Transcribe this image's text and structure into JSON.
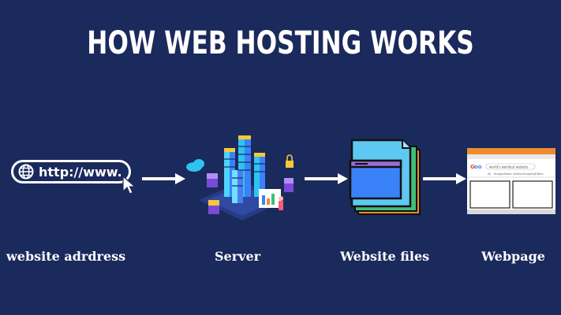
{
  "title": "HOW WEB HOSTING WORKS",
  "url_bar": {
    "text": "http://www."
  },
  "steps": [
    {
      "label": "website adrdress",
      "icon": "browser-url-icon"
    },
    {
      "label": "Server",
      "icon": "server-datacenter-icon"
    },
    {
      "label": "Website files",
      "icon": "files-stack-icon"
    },
    {
      "label": "Webpage",
      "icon": "webpage-icon"
    }
  ],
  "browser_search": {
    "query": "world's weirdest website",
    "tabs": [
      "All",
      "Images",
      "News",
      "Videos",
      "Shopping",
      "Filters"
    ]
  },
  "colors": {
    "background": "#1b2a5c",
    "foreground": "#ffffff",
    "accent_cyan": "#2ec4f0",
    "accent_blue": "#3a82f7",
    "accent_yellow": "#f7c83a",
    "accent_green": "#3fbf7a",
    "accent_orange": "#f08a2e"
  }
}
